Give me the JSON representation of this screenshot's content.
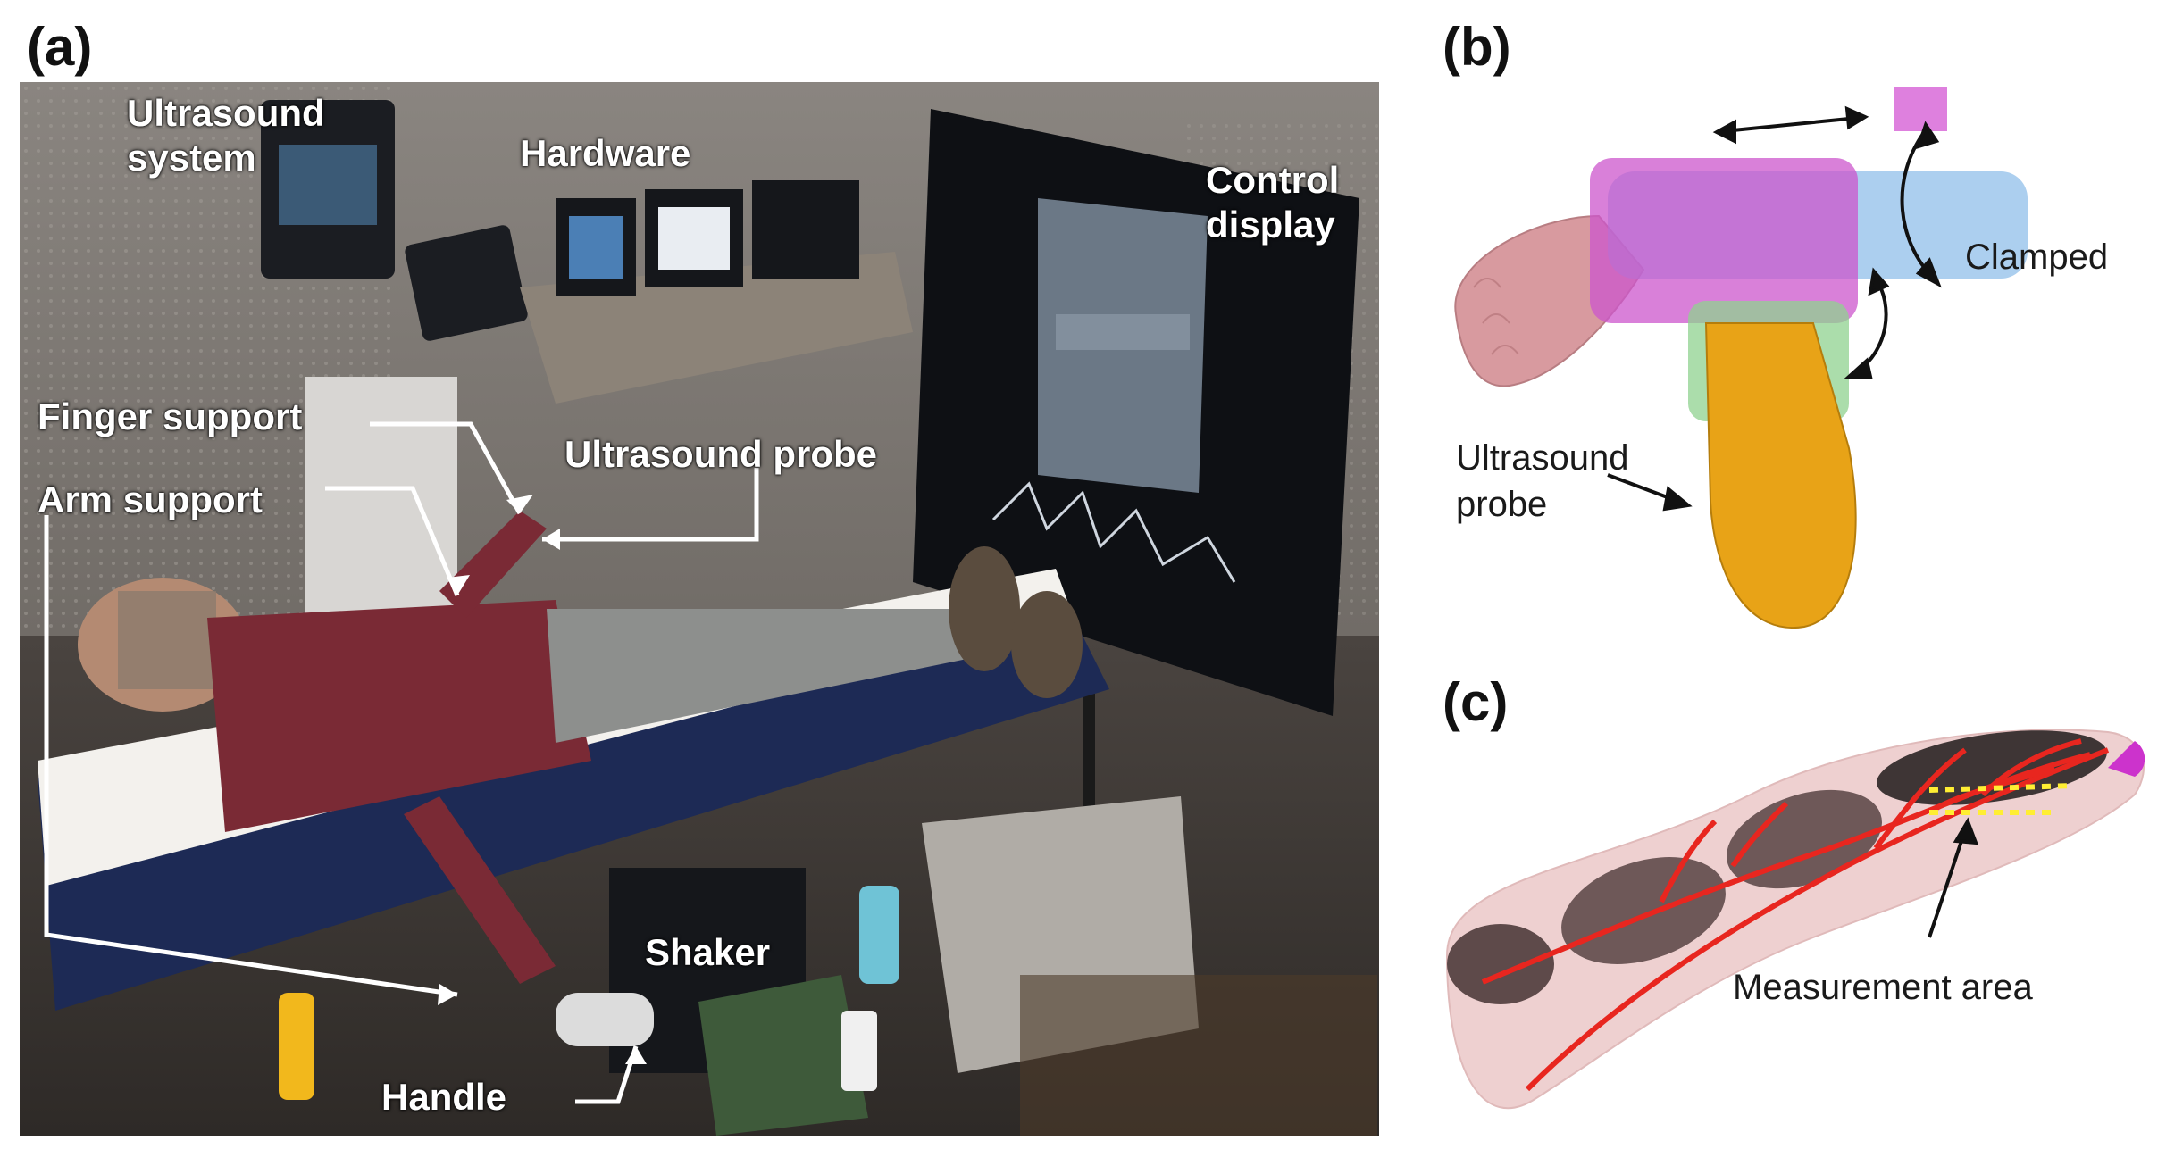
{
  "panels": {
    "a": {
      "letter": "(a)",
      "labels": {
        "ultrasound_system": "Ultrasound\nsystem",
        "hardware": "Hardware",
        "control_display": "Control\ndisplay",
        "finger_support": "Finger support",
        "ultrasound_probe": "Ultrasound probe",
        "arm_support": "Arm support",
        "shaker": "Shaker",
        "handle": "Handle"
      }
    },
    "b": {
      "letter": "(b)",
      "labels": {
        "clamped": "Clamped",
        "ultrasound_probe": "Ultrasound\nprobe"
      }
    },
    "c": {
      "letter": "(c)",
      "labels": {
        "measurement_area": "Measurement area"
      }
    }
  },
  "colors": {
    "probe": "#e8a317",
    "finger_skin": "#d89a9f",
    "clamp_magenta": "#cc55cc",
    "clamp_blue": "#7fb6e6",
    "clamp_green": "#8fd18f",
    "vessels": "#e8261f",
    "measurement": "#ffee33"
  }
}
